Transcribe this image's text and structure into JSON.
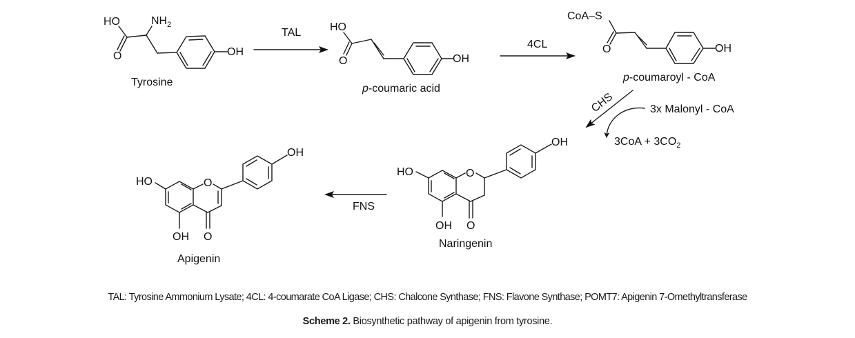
{
  "scheme": {
    "compounds": {
      "tyrosine": {
        "name": "Tyrosine",
        "groups": {
          "ho": "HO",
          "nh2": "NH",
          "nh2_sub": "2",
          "o": "O",
          "oh": "OH"
        }
      },
      "p_coumaric_acid": {
        "name_prefix": "p",
        "name_rest": "-coumaric acid",
        "groups": {
          "ho": "HO",
          "o": "O",
          "oh": "OH"
        }
      },
      "p_coumaroyl_coa": {
        "name_prefix": "p",
        "name_rest": "-coumaroyl - CoA",
        "groups": {
          "coa_s": "CoA–S",
          "o": "O",
          "oh": "OH"
        }
      },
      "naringenin": {
        "name": "Naringenin",
        "groups": {
          "ho7": "HO",
          "o_ring": "O",
          "oh4p": "OH",
          "oh5": "OH",
          "o4": "O"
        }
      },
      "apigenin": {
        "name": "Apigenin",
        "groups": {
          "ho7": "HO",
          "o_ring": "O",
          "oh4p": "OH",
          "oh5": "OH",
          "o4": "O"
        }
      }
    },
    "reactions": [
      {
        "id": "tal",
        "enzyme": "TAL",
        "from": "Tyrosine",
        "to": "p-coumaric acid"
      },
      {
        "id": "4cl",
        "enzyme": "4CL",
        "from": "p-coumaric acid",
        "to": "p-coumaroyl - CoA"
      },
      {
        "id": "chs",
        "enzyme": "CHS",
        "from": "p-coumaroyl - CoA",
        "to": "Naringenin",
        "cosubstrate": "3x Malonyl - CoA",
        "byproduct_main": "3CoA + 3CO",
        "byproduct_sub": "2"
      },
      {
        "id": "fns",
        "enzyme": "FNS",
        "from": "Naringenin",
        "to": "Apigenin"
      }
    ]
  },
  "abbreviations": "TAL: Tyrosine Ammonium Lysate; 4CL: 4-coumarate CoA Ligase; CHS: Chalcone Synthase; FNS: Flavone Synthase; POMT7: Apigenin 7-Omethyltransferase",
  "caption": {
    "label": "Scheme 2.",
    "text": " Biosynthetic pathway of apigenin from tyrosine."
  }
}
